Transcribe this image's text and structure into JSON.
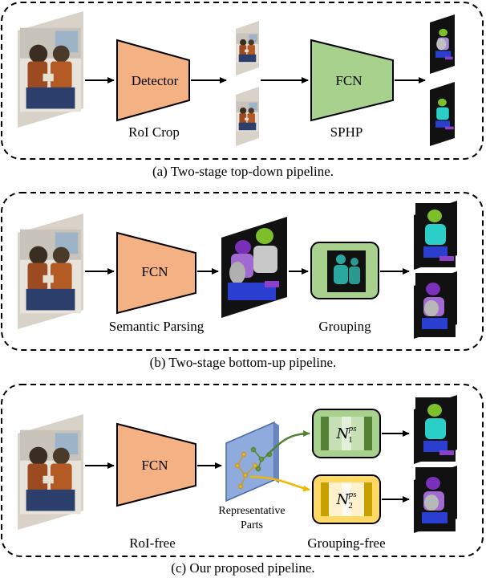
{
  "panels": [
    {
      "id": "a",
      "caption": "(a) Two-stage top-down pipeline.",
      "blocks": {
        "detector": "Detector",
        "fcn": "FCN"
      },
      "labels": {
        "roi": "RoI Crop",
        "sphp": "SPHP"
      }
    },
    {
      "id": "b",
      "caption": "(b) Two-stage bottom-up pipeline.",
      "blocks": {
        "fcn": "FCN"
      },
      "labels": {
        "semantic": "Semantic Parsing",
        "grouping": "Grouping"
      }
    },
    {
      "id": "c",
      "caption": "(c) Our proposed pipeline.",
      "blocks": {
        "fcn": "FCN"
      },
      "labels": {
        "roifree": "RoI-free",
        "groupingfree": "Grouping-free",
        "parts_line1": "Representative",
        "parts_line2": "Parts"
      },
      "modules": [
        {
          "symbol": "N",
          "sub": "1",
          "sup": "ps"
        },
        {
          "symbol": "N",
          "sub": "2",
          "sup": "ps"
        }
      ]
    }
  ],
  "colors": {
    "fcn_orange": "#f4b183",
    "fcn_green": "#a9d18e",
    "group_green": "#a9d18e",
    "group_yellow": "#ffd966",
    "parts_blue": "#8faadc",
    "arrow_green": "#548235",
    "arrow_yellow": "#f2b800"
  }
}
